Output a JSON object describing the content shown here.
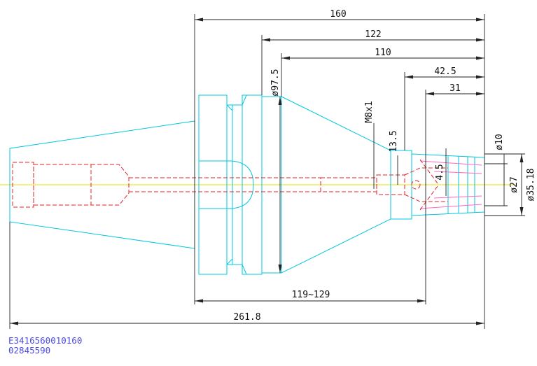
{
  "dimensions": {
    "overall_length": "160",
    "length_122": "122",
    "length_110": "110",
    "length_42_5": "42.5",
    "length_31": "31",
    "flange_diameter": "ø97.5",
    "thread": "M8x1",
    "length_13_5": "13.5",
    "length_4_5": "4.5",
    "diameter_10": "ø10",
    "diameter_27": "ø27",
    "diameter_35_18": "ø35.18",
    "adjust_range": "119~129",
    "total_length": "261.8"
  },
  "codes": {
    "part_number": "E3416560010160",
    "item_number": "02845590"
  },
  "colors": {
    "body": "#00c8e0",
    "hidden": "#e8202a",
    "centerline": "#e8e000",
    "dimension": "#222222",
    "code_text": "#4a4ae8"
  }
}
